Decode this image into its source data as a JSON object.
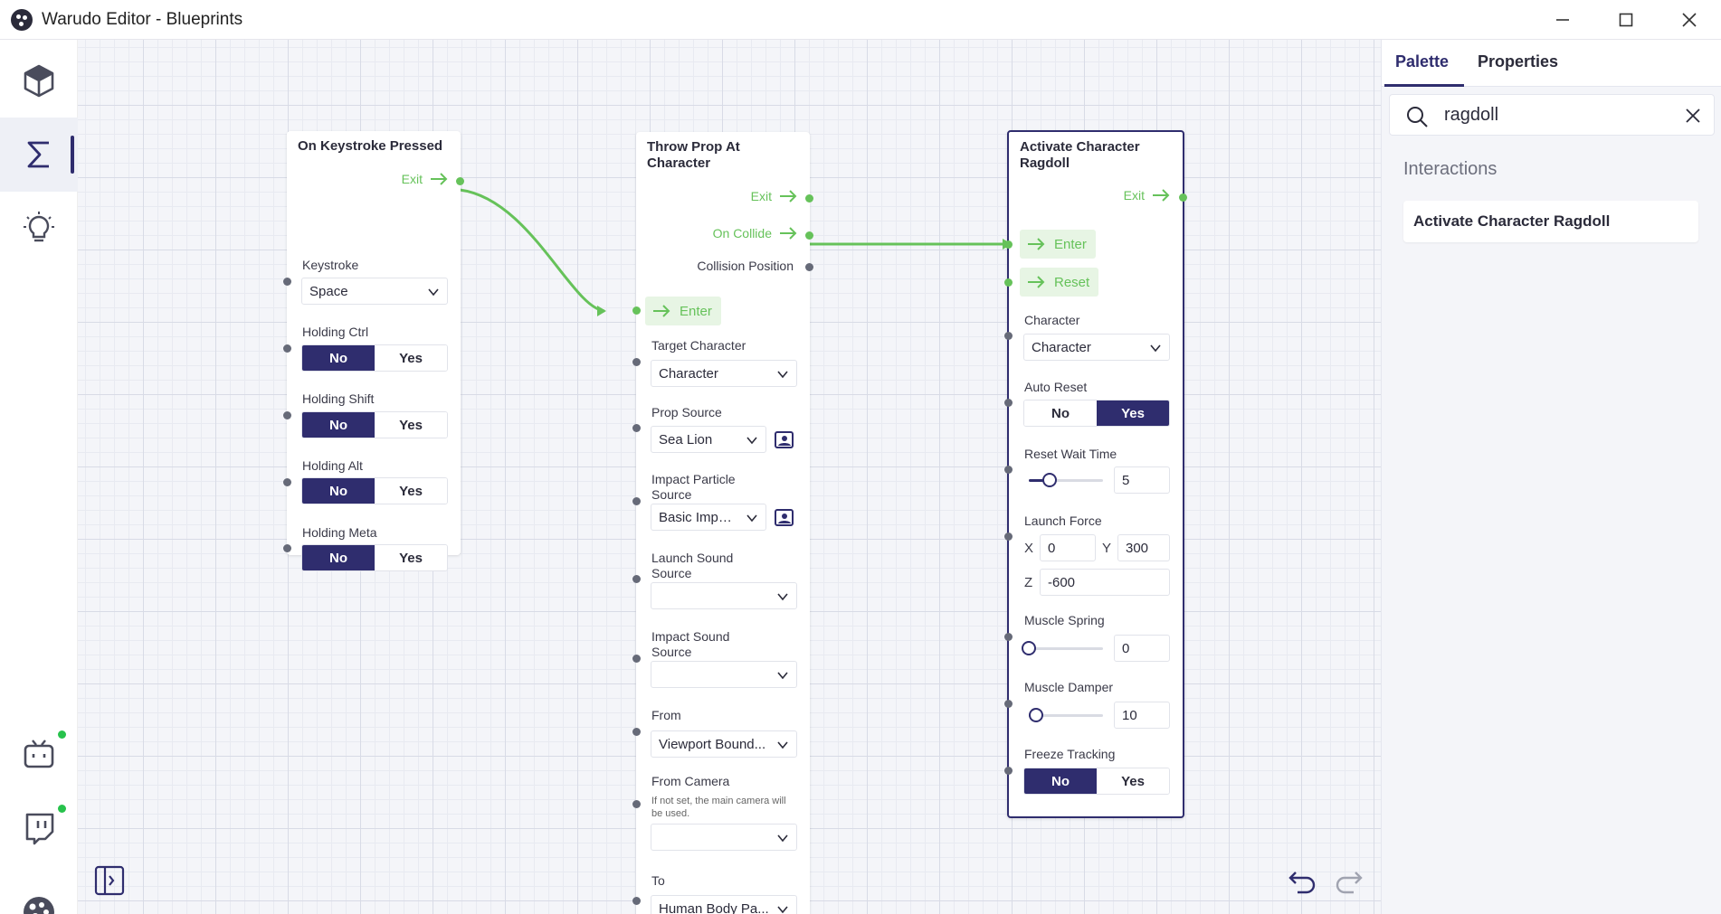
{
  "window": {
    "title": "Warudo Editor - Blueprints"
  },
  "panel": {
    "tabs": [
      {
        "label": "Palette"
      },
      {
        "label": "Properties"
      }
    ],
    "search": {
      "value": "ragdoll"
    },
    "section": "Interactions",
    "results": [
      {
        "label": "Activate Character Ragdoll"
      }
    ]
  },
  "nodes": {
    "keystroke": {
      "title": "On Keystroke Pressed",
      "exit": "Exit",
      "keystroke_label": "Keystroke",
      "keystroke_value": "Space",
      "ctrl_label": "Holding Ctrl",
      "shift_label": "Holding Shift",
      "alt_label": "Holding Alt",
      "meta_label": "Holding Meta",
      "no": "No",
      "yes": "Yes"
    },
    "throw": {
      "title": "Throw Prop At Character",
      "exit": "Exit",
      "on_collide": "On Collide",
      "collision_position": "Collision Position",
      "enter": "Enter",
      "target_character_label": "Target Character",
      "target_character_value": "Character",
      "prop_source_label": "Prop Source",
      "prop_source_value": "Sea Lion",
      "impact_particle_label": "Impact Particle Source",
      "impact_particle_value": "Basic Impac...",
      "launch_sound_label": "Launch Sound Source",
      "launch_sound_value": "",
      "impact_sound_label": "Impact Sound Source",
      "impact_sound_value": "",
      "from_label": "From",
      "from_value": "Viewport Bound...",
      "from_camera_label": "From Camera",
      "from_camera_note": "If not set, the main camera will be used.",
      "from_camera_value": "",
      "to_label": "To",
      "to_value": "Human Body Pa..."
    },
    "ragdoll": {
      "title": "Activate Character Ragdoll",
      "exit": "Exit",
      "enter": "Enter",
      "reset": "Reset",
      "character_label": "Character",
      "character_value": "Character",
      "auto_reset_label": "Auto Reset",
      "reset_wait_label": "Reset Wait Time",
      "reset_wait_value": "5",
      "reset_wait_fraction": 0.28,
      "launch_force_label": "Launch Force",
      "x_label": "X",
      "x_value": "0",
      "y_label": "Y",
      "y_value": "300",
      "z_label": "Z",
      "z_value": "-600",
      "muscle_spring_label": "Muscle Spring",
      "muscle_spring_value": "0",
      "muscle_spring_fraction": 0.0,
      "muscle_damper_label": "Muscle Damper",
      "muscle_damper_value": "10",
      "muscle_damper_fraction": 0.1,
      "freeze_tracking_label": "Freeze Tracking",
      "no": "No",
      "yes": "Yes"
    }
  },
  "colors": {
    "accent": "#2f2d6e",
    "flow": "#66c25a",
    "online": "#27c24c"
  }
}
